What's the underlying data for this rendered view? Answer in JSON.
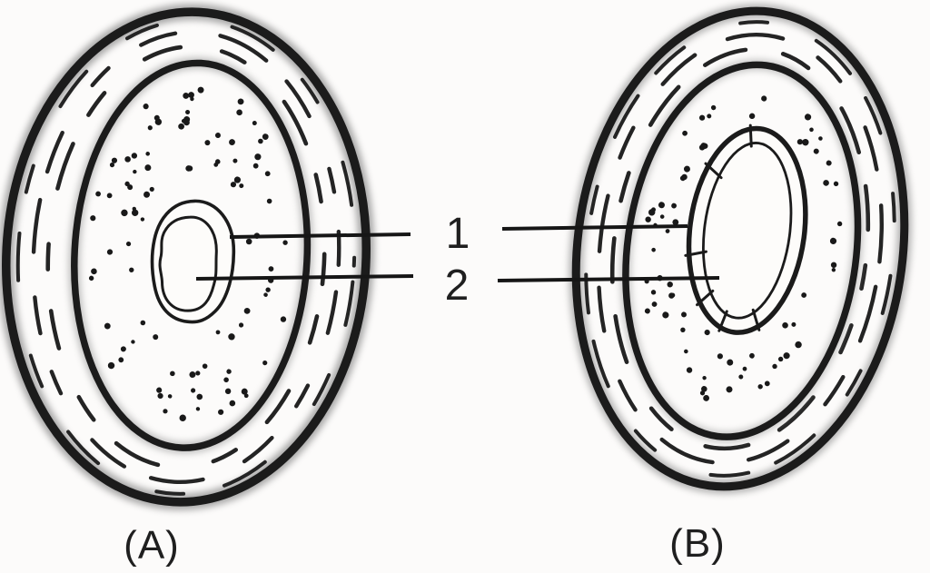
{
  "diagram": {
    "paper_color": "#fcfbfa",
    "ink_color": "#1b1b1b",
    "callout_1": "1",
    "callout_2": "2",
    "panel_a_label": "(A)",
    "panel_b_label": "(B)"
  }
}
